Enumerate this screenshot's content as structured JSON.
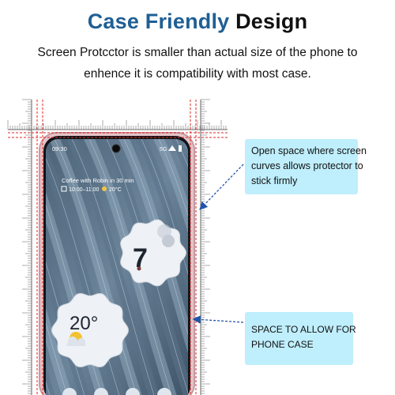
{
  "heading": {
    "part1": "Case Friendly",
    "part2": " Design"
  },
  "subtitle": {
    "line1": "Screen Protcctor is smaller than actual size of the phone to",
    "line2": "enhence it is compatibility with most case."
  },
  "phone": {
    "time": "09:30",
    "signal": "5G",
    "event_title": "Coffee with Robin in 30 min",
    "event_time": "10:00–11:00",
    "event_temp": "20°C",
    "clock_hour": "7",
    "weather_temp": "20°"
  },
  "callouts": {
    "top": {
      "line1": "Open space where screen",
      "line2": "curves allows protector to",
      "line3": "stick firmly"
    },
    "bottom": {
      "line1": "SPACE TO ALLOW FOR",
      "line2": "PHONE CASE"
    }
  },
  "colors": {
    "heading_blue": "#1f5f94",
    "callout_bg": "#bfeefc",
    "dashed_red": "#e02424",
    "arrow_blue": "#2255aa",
    "phone_frame": "#d7a8ae"
  },
  "icons": [
    "calendar-icon",
    "sun-icon",
    "wifi-icon",
    "battery-icon",
    "camera-icon",
    "ruler-icon"
  ]
}
